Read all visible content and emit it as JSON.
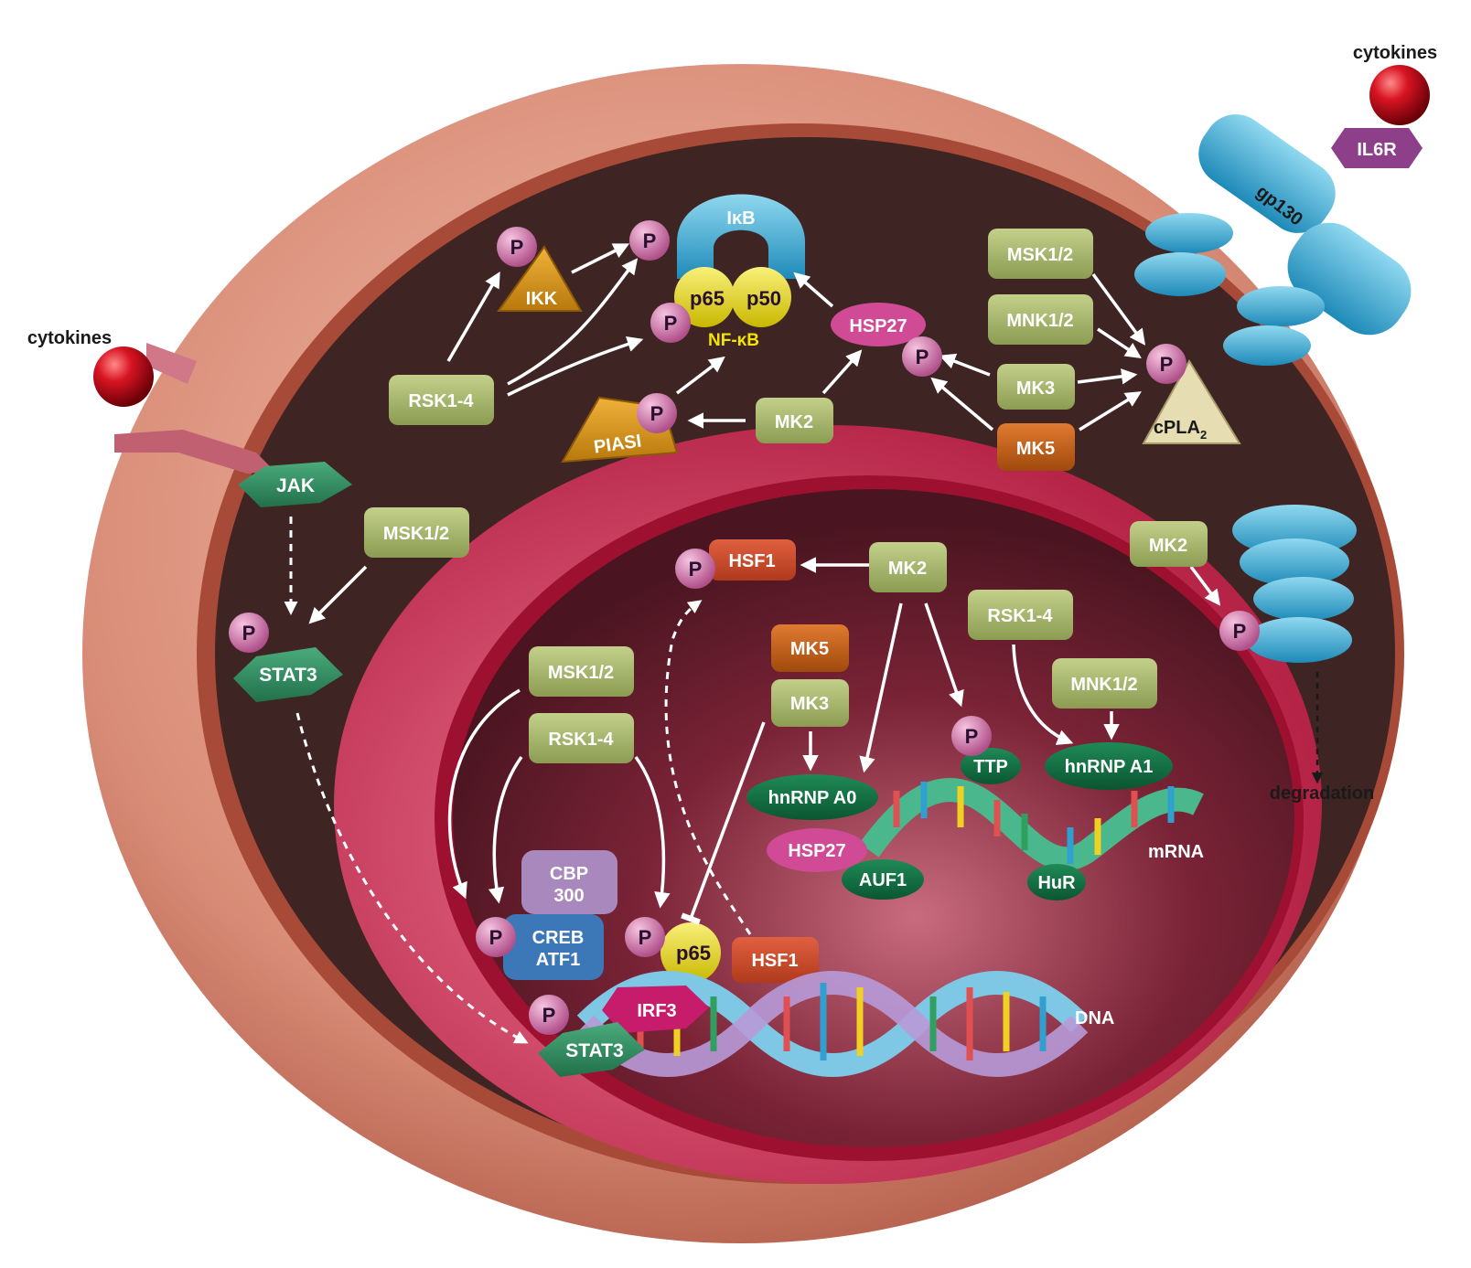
{
  "labels": {
    "cytokines_top": "cytokines",
    "cytokines_left": "cytokines",
    "il6r": "IL6R",
    "gp130": "gp130",
    "degradation": "degradation",
    "ikappab": "IκB",
    "p65": "p65",
    "p50": "p50",
    "nfkb": "NF-κB",
    "ikk": "IKK",
    "piasi": "PIASI",
    "hsp27": "HSP27",
    "cpla2_main": "cPLA",
    "cpla2_sub": "2",
    "jak": "JAK",
    "stat3": "STAT3",
    "hsf1": "HSF1",
    "ttp": "TTP",
    "hnrnp_a0": "hnRNP A0",
    "hnrnp_a1": "hnRNP A1",
    "auf1": "AUF1",
    "hur": "HuR",
    "mrna": "mRNA",
    "dna": "DNA",
    "cbp300_line1": "CBP",
    "cbp300_line2": "300",
    "creb_line1": "CREB",
    "creb_line2": "ATF1",
    "irf3": "IRF3",
    "p_symbol": "P"
  },
  "kinases": {
    "rsk_cyto": "RSK1-4",
    "mk2_cyto": "MK2",
    "msk_cyto_top": "MSK1/2",
    "mnk_cyto_top": "MNK1/2",
    "mk3_cyto": "MK3",
    "mk5_cyto": "MK5",
    "msk_cyto_left": "MSK1/2",
    "mk2_right": "MK2",
    "mk2_nuc": "MK2",
    "rsk_nuc_right": "RSK1-4",
    "mnk_nuc": "MNK1/2",
    "mk5_nuc": "MK5",
    "mk3_nuc": "MK3",
    "msk_nuc": "MSK1/2",
    "rsk_nuc": "RSK1-4"
  },
  "colors": {
    "kinase_green": "#a5b56a",
    "kinase_orange": "#c25f17",
    "phospho_pink": "#d77fb0",
    "receptor_blue": "#45b0d6",
    "stat_green": "#2f8a5e",
    "membrane_outer": "#e3a08c",
    "cytoplasm": "#3e2524",
    "nucleus": "#c73b5a"
  }
}
